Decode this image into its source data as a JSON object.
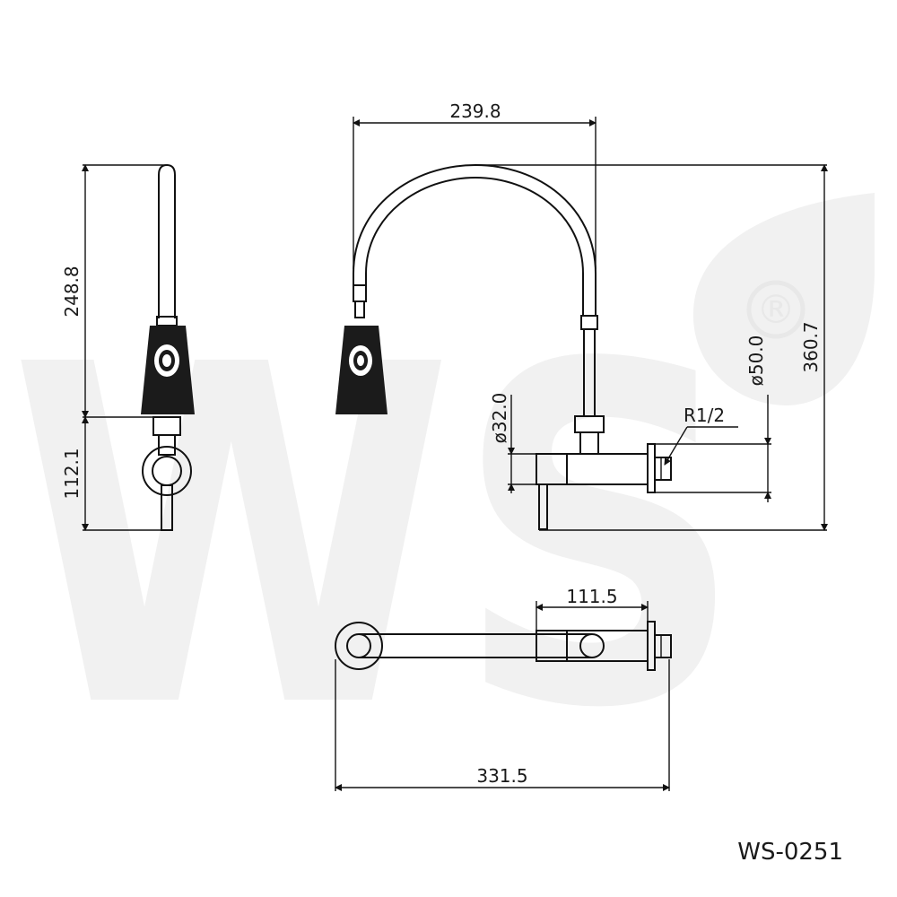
{
  "drawing": {
    "product_code": "WS-0251",
    "watermark": {
      "letters": "WS",
      "registered_mark": "®"
    },
    "dimensions": {
      "side_upper_height": "248.8",
      "side_lower_height": "112.1",
      "spout_reach": "239.8",
      "total_height": "360.7",
      "body_diameter": "ø50.0",
      "base_diameter": "ø32.0",
      "thread": "R1/2",
      "body_length": "111.5",
      "total_length": "331.5"
    }
  }
}
